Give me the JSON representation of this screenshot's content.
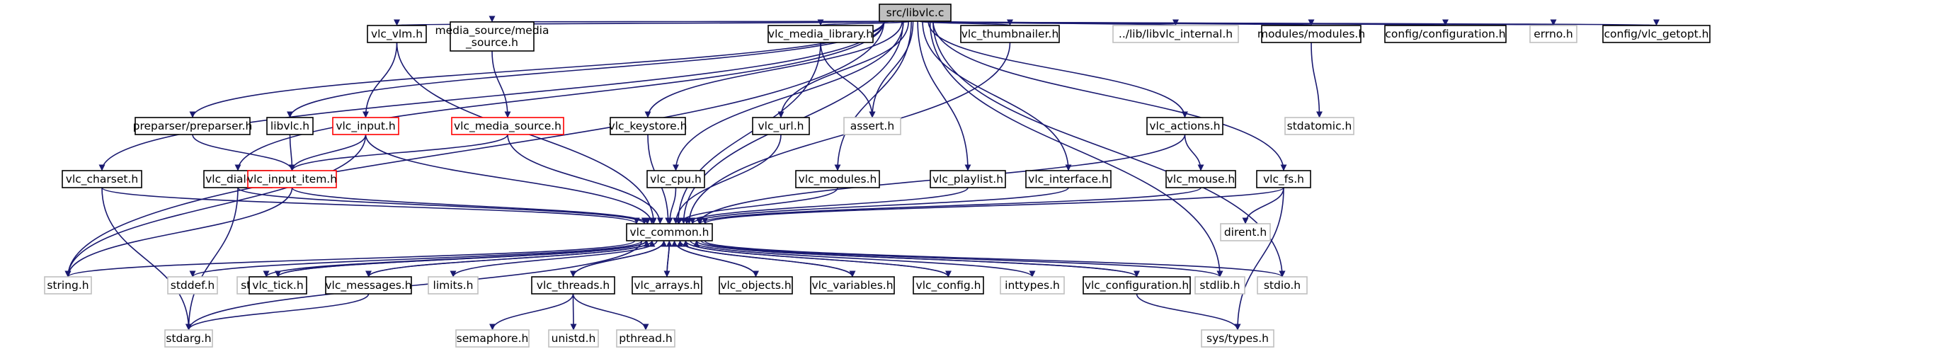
{
  "colors": {
    "edge": "#191970",
    "root_fill": "#bfbfbf",
    "normal_border": "#000000",
    "missing_border": "#ff0000",
    "system_border": "#bfbfbf",
    "system_text": "#000000"
  },
  "root": "libvlc",
  "nodes": {
    "libvlc": {
      "lines": [
        "src/libvlc.c"
      ],
      "kind": "root"
    },
    "vlc_vlm": {
      "lines": [
        "vlc_vlm.h"
      ],
      "kind": "normal"
    },
    "media_source": {
      "lines": [
        "media_source/media",
        "_source.h"
      ],
      "kind": "normal"
    },
    "vlc_media_library": {
      "lines": [
        "vlc_media_library.h"
      ],
      "kind": "normal"
    },
    "vlc_thumbnailer": {
      "lines": [
        "vlc_thumbnailer.h"
      ],
      "kind": "normal"
    },
    "libvlc_internal": {
      "lines": [
        "../lib/libvlc_internal.h"
      ],
      "kind": "system"
    },
    "modules": {
      "lines": [
        "modules/modules.h"
      ],
      "kind": "normal"
    },
    "configuration": {
      "lines": [
        "config/configuration.h"
      ],
      "kind": "normal"
    },
    "errno": {
      "lines": [
        "errno.h"
      ],
      "kind": "system"
    },
    "vlc_getopt": {
      "lines": [
        "config/vlc_getopt.h"
      ],
      "kind": "normal"
    },
    "preparser": {
      "lines": [
        "preparser/preparser.h"
      ],
      "kind": "normal"
    },
    "libvlc_h": {
      "lines": [
        "libvlc.h"
      ],
      "kind": "normal"
    },
    "vlc_input": {
      "lines": [
        "vlc_input.h"
      ],
      "kind": "missing"
    },
    "vlc_media_source": {
      "lines": [
        "vlc_media_source.h"
      ],
      "kind": "missing"
    },
    "vlc_keystore": {
      "lines": [
        "vlc_keystore.h"
      ],
      "kind": "normal"
    },
    "vlc_url": {
      "lines": [
        "vlc_url.h"
      ],
      "kind": "normal"
    },
    "assert": {
      "lines": [
        "assert.h"
      ],
      "kind": "system"
    },
    "vlc_actions": {
      "lines": [
        "vlc_actions.h"
      ],
      "kind": "normal"
    },
    "stdatomic": {
      "lines": [
        "stdatomic.h"
      ],
      "kind": "system"
    },
    "vlc_charset": {
      "lines": [
        "vlc_charset.h"
      ],
      "kind": "normal"
    },
    "vlc_dialog": {
      "lines": [
        "vlc_dialog.h"
      ],
      "kind": "normal"
    },
    "vlc_input_item": {
      "lines": [
        "vlc_input_item.h"
      ],
      "kind": "missing"
    },
    "vlc_cpu": {
      "lines": [
        "vlc_cpu.h"
      ],
      "kind": "normal"
    },
    "vlc_modules": {
      "lines": [
        "vlc_modules.h"
      ],
      "kind": "normal"
    },
    "vlc_playlist": {
      "lines": [
        "vlc_playlist.h"
      ],
      "kind": "normal"
    },
    "vlc_interface": {
      "lines": [
        "vlc_interface.h"
      ],
      "kind": "normal"
    },
    "vlc_mouse": {
      "lines": [
        "vlc_mouse.h"
      ],
      "kind": "normal"
    },
    "vlc_fs": {
      "lines": [
        "vlc_fs.h"
      ],
      "kind": "normal"
    },
    "vlc_common": {
      "lines": [
        "vlc_common.h"
      ],
      "kind": "normal"
    },
    "dirent": {
      "lines": [
        "dirent.h"
      ],
      "kind": "system"
    },
    "string": {
      "lines": [
        "string.h"
      ],
      "kind": "system"
    },
    "stddef": {
      "lines": [
        "stddef.h"
      ],
      "kind": "system"
    },
    "stdbool": {
      "lines": [
        "stdbool.h"
      ],
      "kind": "system"
    },
    "vlc_tick": {
      "lines": [
        "vlc_tick.h"
      ],
      "kind": "normal"
    },
    "vlc_messages": {
      "lines": [
        "vlc_messages.h"
      ],
      "kind": "normal"
    },
    "limits": {
      "lines": [
        "limits.h"
      ],
      "kind": "system"
    },
    "vlc_threads": {
      "lines": [
        "vlc_threads.h"
      ],
      "kind": "normal"
    },
    "vlc_arrays": {
      "lines": [
        "vlc_arrays.h"
      ],
      "kind": "normal"
    },
    "vlc_objects": {
      "lines": [
        "vlc_objects.h"
      ],
      "kind": "normal"
    },
    "vlc_variables": {
      "lines": [
        "vlc_variables.h"
      ],
      "kind": "normal"
    },
    "vlc_config": {
      "lines": [
        "vlc_config.h"
      ],
      "kind": "normal"
    },
    "inttypes": {
      "lines": [
        "inttypes.h"
      ],
      "kind": "system"
    },
    "vlc_configuration": {
      "lines": [
        "vlc_configuration.h"
      ],
      "kind": "normal"
    },
    "stdlib": {
      "lines": [
        "stdlib.h"
      ],
      "kind": "system"
    },
    "stdio": {
      "lines": [
        "stdio.h"
      ],
      "kind": "system"
    },
    "stdarg": {
      "lines": [
        "stdarg.h"
      ],
      "kind": "system"
    },
    "semaphore": {
      "lines": [
        "semaphore.h"
      ],
      "kind": "system"
    },
    "unistd": {
      "lines": [
        "unistd.h"
      ],
      "kind": "system"
    },
    "pthread": {
      "lines": [
        "pthread.h"
      ],
      "kind": "system"
    },
    "sys_types": {
      "lines": [
        "sys/types.h"
      ],
      "kind": "system"
    }
  },
  "edges": [
    [
      "libvlc",
      "vlc_vlm"
    ],
    [
      "libvlc",
      "media_source"
    ],
    [
      "libvlc",
      "vlc_media_library"
    ],
    [
      "libvlc",
      "vlc_thumbnailer"
    ],
    [
      "libvlc",
      "libvlc_internal"
    ],
    [
      "libvlc",
      "modules"
    ],
    [
      "libvlc",
      "configuration"
    ],
    [
      "libvlc",
      "errno"
    ],
    [
      "libvlc",
      "vlc_getopt"
    ],
    [
      "libvlc",
      "preparser"
    ],
    [
      "libvlc",
      "libvlc_h"
    ],
    [
      "libvlc",
      "vlc_keystore"
    ],
    [
      "libvlc",
      "vlc_url"
    ],
    [
      "libvlc",
      "assert"
    ],
    [
      "libvlc",
      "vlc_actions"
    ],
    [
      "libvlc",
      "vlc_charset"
    ],
    [
      "libvlc",
      "vlc_dialog"
    ],
    [
      "libvlc",
      "vlc_cpu"
    ],
    [
      "libvlc",
      "vlc_modules"
    ],
    [
      "libvlc",
      "vlc_playlist"
    ],
    [
      "libvlc",
      "vlc_interface"
    ],
    [
      "libvlc",
      "vlc_fs"
    ],
    [
      "libvlc",
      "vlc_common"
    ],
    [
      "libvlc",
      "string"
    ],
    [
      "libvlc",
      "stdlib"
    ],
    [
      "libvlc",
      "stdio"
    ],
    [
      "vlc_vlm",
      "vlc_input"
    ],
    [
      "vlc_vlm",
      "vlc_common"
    ],
    [
      "media_source",
      "vlc_media_source"
    ],
    [
      "vlc_media_library",
      "assert"
    ],
    [
      "vlc_media_library",
      "vlc_common"
    ],
    [
      "vlc_thumbnailer",
      "vlc_common"
    ],
    [
      "modules",
      "stdatomic"
    ],
    [
      "preparser",
      "vlc_input_item"
    ],
    [
      "libvlc_h",
      "vlc_input_item"
    ],
    [
      "vlc_input",
      "vlc_input_item"
    ],
    [
      "vlc_input",
      "vlc_common"
    ],
    [
      "vlc_input",
      "string"
    ],
    [
      "vlc_media_source",
      "vlc_input_item"
    ],
    [
      "vlc_media_source",
      "vlc_common"
    ],
    [
      "vlc_keystore",
      "vlc_common"
    ],
    [
      "vlc_url",
      "vlc_common"
    ],
    [
      "vlc_actions",
      "vlc_common"
    ],
    [
      "vlc_actions",
      "vlc_mouse"
    ],
    [
      "vlc_charset",
      "vlc_common"
    ],
    [
      "vlc_charset",
      "stdarg"
    ],
    [
      "vlc_dialog",
      "vlc_common"
    ],
    [
      "vlc_dialog",
      "stdarg"
    ],
    [
      "vlc_input_item",
      "vlc_common"
    ],
    [
      "vlc_input_item",
      "string"
    ],
    [
      "vlc_cpu",
      "vlc_common"
    ],
    [
      "vlc_modules",
      "vlc_common"
    ],
    [
      "vlc_playlist",
      "vlc_common"
    ],
    [
      "vlc_interface",
      "vlc_common"
    ],
    [
      "vlc_mouse",
      "vlc_common"
    ],
    [
      "vlc_fs",
      "vlc_common"
    ],
    [
      "vlc_fs",
      "dirent"
    ],
    [
      "vlc_fs",
      "sys_types"
    ],
    [
      "vlc_common",
      "string"
    ],
    [
      "vlc_common",
      "stddef"
    ],
    [
      "vlc_common",
      "stdbool"
    ],
    [
      "vlc_common",
      "vlc_tick"
    ],
    [
      "vlc_common",
      "vlc_messages"
    ],
    [
      "vlc_common",
      "limits"
    ],
    [
      "vlc_common",
      "vlc_threads"
    ],
    [
      "vlc_common",
      "vlc_arrays"
    ],
    [
      "vlc_common",
      "vlc_objects"
    ],
    [
      "vlc_common",
      "vlc_variables"
    ],
    [
      "vlc_common",
      "vlc_config"
    ],
    [
      "vlc_common",
      "inttypes"
    ],
    [
      "vlc_common",
      "vlc_configuration"
    ],
    [
      "vlc_common",
      "stdlib"
    ],
    [
      "vlc_common",
      "stdio"
    ],
    [
      "vlc_common",
      "stdarg"
    ],
    [
      "vlc_tick",
      "vlc_common"
    ],
    [
      "vlc_messages",
      "vlc_common"
    ],
    [
      "vlc_messages",
      "stdarg"
    ],
    [
      "vlc_threads",
      "vlc_common"
    ],
    [
      "vlc_threads",
      "semaphore"
    ],
    [
      "vlc_threads",
      "unistd"
    ],
    [
      "vlc_threads",
      "pthread"
    ],
    [
      "vlc_arrays",
      "vlc_common"
    ],
    [
      "vlc_objects",
      "vlc_common"
    ],
    [
      "vlc_variables",
      "vlc_common"
    ],
    [
      "vlc_config",
      "vlc_common"
    ],
    [
      "vlc_configuration",
      "vlc_common"
    ],
    [
      "vlc_configuration",
      "sys_types"
    ]
  ]
}
